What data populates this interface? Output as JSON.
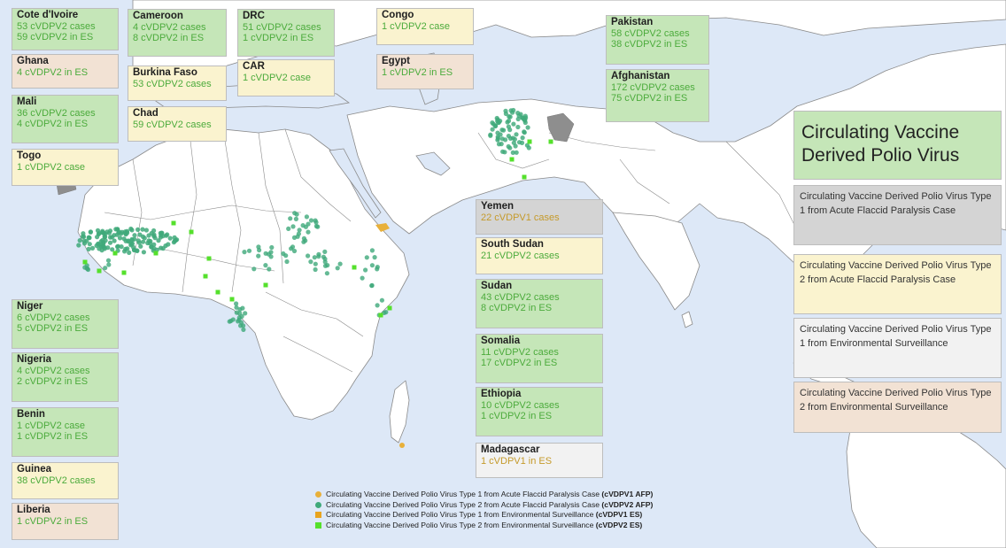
{
  "legend": {
    "title": "Circulating Vaccine Derived Polio Virus",
    "items": [
      {
        "text": "Circulating Vaccine Derived Polio Virus Type 1 from Acute Flaccid Paralysis  Case",
        "color": "#d4d4d4"
      },
      {
        "text": "Circulating Vaccine Derived Polio Virus Type 2 from Acute Flaccid Paralysis  Case",
        "color": "#faf3cf"
      },
      {
        "text": "Circulating Vaccine Derived Polio Virus Type 1 from Environmental Surveillance",
        "color": "#f2f2f2"
      },
      {
        "text": "Circulating Vaccine Derived Polio Virus Type 2 from Environmental Surveillance",
        "color": "#f2e2d4"
      }
    ]
  },
  "symbol_legend": [
    {
      "text": "Circulating Vaccine Derived Polio Virus Type 1 from Acute Flaccid Paralysis  Case",
      "code": "(cVDPV1 AFP)",
      "shape": "circle",
      "color": "#e8b03a"
    },
    {
      "text": "Circulating Vaccine Derived Polio Virus Type 2 from Acute Flaccid Paralysis  Case",
      "code": "(cVDPV2 AFP)",
      "shape": "circle",
      "color": "#3fa97a"
    },
    {
      "text": "Circulating Vaccine Derived Polio Virus Type 1 from Environmental Surveillance",
      "code": "(cVDPV1 ES)",
      "shape": "square",
      "color": "#e8a41f"
    },
    {
      "text": "Circulating Vaccine Derived Polio Virus Type 2 from Environmental Surveillance",
      "code": "(cVDPV2 ES)",
      "shape": "square",
      "color": "#55e02c"
    }
  ],
  "countries": {
    "cote_divoire": {
      "name": "Cote d'Ivoire",
      "lines": [
        "53 cVDPV2 cases",
        "59 cVDPV2 in ES"
      ]
    },
    "ghana": {
      "name": "Ghana",
      "lines": [
        "4 cVDPV2 in ES"
      ]
    },
    "mali": {
      "name": "Mali",
      "lines": [
        "36 cVDPV2 cases",
        "4 cVDPV2 in ES"
      ]
    },
    "togo": {
      "name": "Togo",
      "lines": [
        "1 cVDPV2 case"
      ]
    },
    "cameroon": {
      "name": "Cameroon",
      "lines": [
        "4 cVDPV2 cases",
        "8 cVDPV2 in ES"
      ]
    },
    "burkina_faso": {
      "name": "Burkina Faso",
      "lines": [
        "53 cVDPV2 cases"
      ]
    },
    "chad": {
      "name": "Chad",
      "lines": [
        "59 cVDPV2 cases"
      ]
    },
    "drc": {
      "name": "DRC",
      "lines": [
        "51 cVDPV2 cases",
        "1 cVDPV2 in ES"
      ]
    },
    "car": {
      "name": "CAR",
      "lines": [
        "1 cVDPV2 case"
      ]
    },
    "congo": {
      "name": "Congo",
      "lines": [
        "1 cVDPV2 case"
      ]
    },
    "egypt": {
      "name": "Egypt",
      "lines": [
        "1 cVDPV2 in ES"
      ]
    },
    "pakistan": {
      "name": "Pakistan",
      "lines": [
        "58 cVDPV2 cases",
        "38 cVDPV2 in ES"
      ]
    },
    "afghanistan": {
      "name": "Afghanistan",
      "lines": [
        "172 cVDPV2 cases",
        "75 cVDPV2 in ES"
      ]
    },
    "yemen": {
      "name": "Yemen",
      "lines": [
        "22 cVDPV1 cases"
      ]
    },
    "south_sudan": {
      "name": "South Sudan",
      "lines": [
        "21 cVDPV2 cases"
      ]
    },
    "sudan": {
      "name": "Sudan",
      "lines": [
        "43 cVDPV2 cases",
        "8 cVDPV2 in ES"
      ]
    },
    "somalia": {
      "name": "Somalia",
      "lines": [
        "11 cVDPV2 cases",
        "17 cVDPV2 in ES"
      ]
    },
    "ethiopia": {
      "name": "Ethiopia",
      "lines": [
        "10 cVDPV2 cases",
        "1 cVDPV2 in ES"
      ]
    },
    "madagascar": {
      "name": "Madagascar",
      "lines": [
        "1 cVDPV1 in ES"
      ]
    },
    "niger": {
      "name": "Niger",
      "lines": [
        "6 cVDPV2 cases",
        "5 cVDPV2 in ES"
      ]
    },
    "nigeria": {
      "name": "Nigeria",
      "lines": [
        "4 cVDPV2 cases",
        "2 cVDPV2 in ES"
      ]
    },
    "benin": {
      "name": "Benin",
      "lines": [
        "1 cVDPV2 case",
        "1 cVDPV2 in ES"
      ]
    },
    "guinea": {
      "name": "Guinea",
      "lines": [
        "38 cVDPV2 cases"
      ]
    },
    "liberia": {
      "name": "Liberia",
      "lines": [
        "1 cVDPV2 in ES"
      ]
    }
  },
  "colors": {
    "ocean": "#dde8f7",
    "land": "#ffffff",
    "border": "#8a8a8a",
    "afp2": "#3fa97a",
    "es2": "#55e02c",
    "afp1": "#e8b03a",
    "box_green": "#c5e6b8",
    "box_yellow": "#faf3cf",
    "box_tan": "#f2e2d4"
  }
}
